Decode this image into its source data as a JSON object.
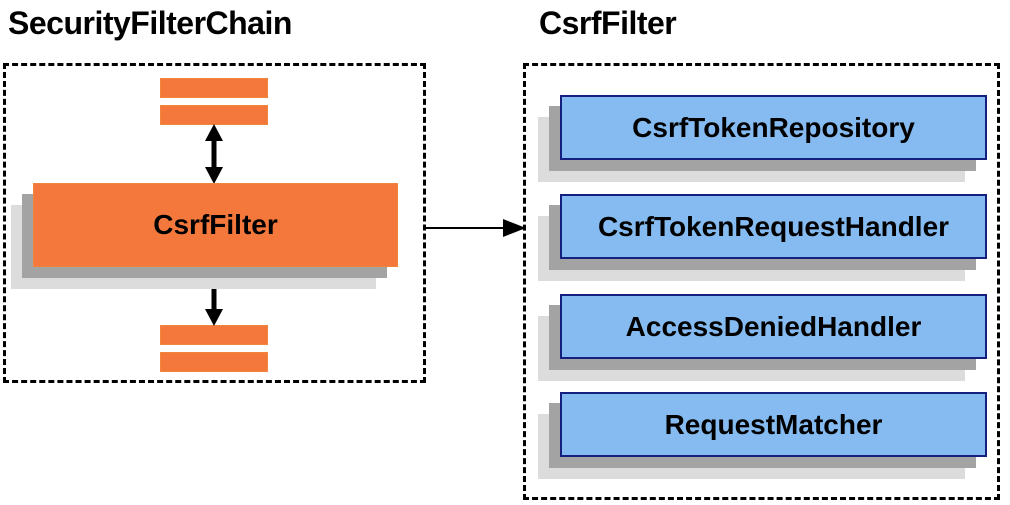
{
  "diagram": {
    "left_panel": {
      "title": "SecurityFilterChain",
      "node_label": "CsrfFilter",
      "placeholder_bar_count": 4
    },
    "right_panel": {
      "title": "CsrfFilter",
      "items": [
        {
          "label": "CsrfTokenRepository"
        },
        {
          "label": "CsrfTokenRequestHandler"
        },
        {
          "label": "AccessDeniedHandler"
        },
        {
          "label": "RequestMatcher"
        }
      ]
    }
  },
  "colors": {
    "orange_fill": "#F4783C",
    "orange_border": "#F0853C",
    "blue_fill": "#85BBF0",
    "blue_border": "#15207E",
    "shadow_dark": "#A3A3A3",
    "shadow_light": "#DCDCDC",
    "line": "#000000",
    "bg": "#FFFFFF"
  }
}
